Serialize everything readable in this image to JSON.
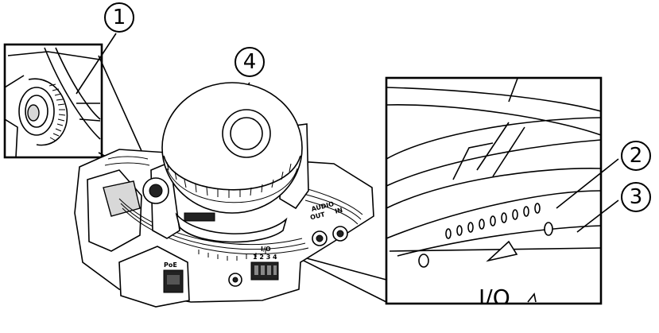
{
  "callouts": [
    {
      "number": "1"
    },
    {
      "number": "2"
    },
    {
      "number": "3"
    },
    {
      "number": "4"
    }
  ],
  "panel_labels": {
    "audio": "AUDIO",
    "audio_out": "OUT",
    "audio_in": "IN",
    "io": "I/O",
    "io_pins": "1 2 3 4",
    "network": "PoE",
    "detail_io": "I/O"
  }
}
